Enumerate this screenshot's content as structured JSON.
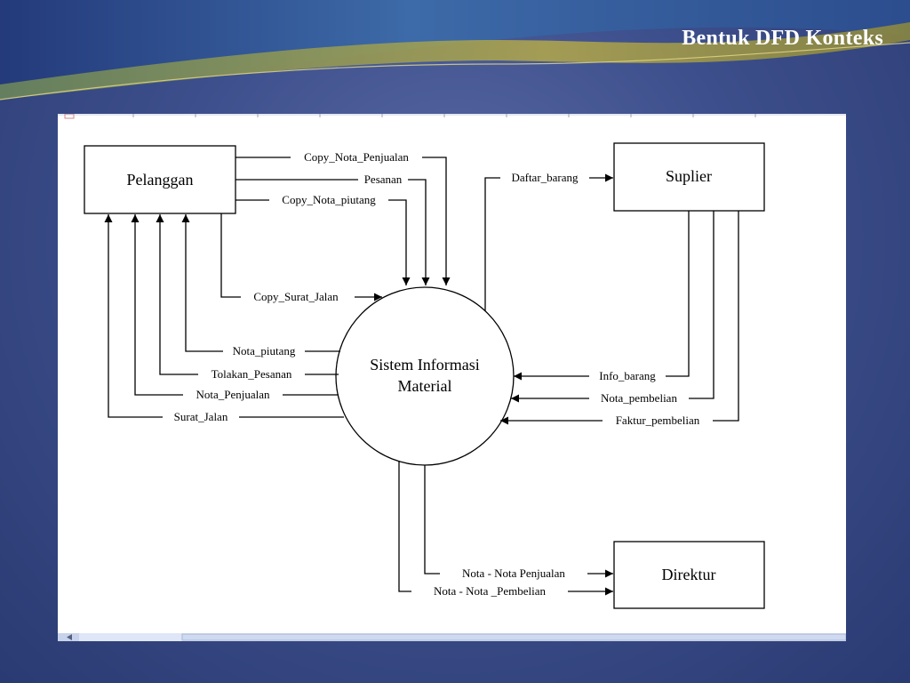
{
  "slide": {
    "title": "Bentuk DFD Konteks"
  },
  "diagram": {
    "entities": {
      "pelanggan": "Pelanggan",
      "suplier": "Suplier",
      "direktur": "Direktur"
    },
    "process": {
      "line1": "Sistem Informasi",
      "line2": "Material"
    },
    "flows": {
      "copy_nota_penjualan": "Copy_Nota_Penjualan",
      "pesanan": "Pesanan",
      "copy_nota_piutang": "Copy_Nota_piutang",
      "copy_surat_jalan": "Copy_Surat_Jalan",
      "nota_piutang": "Nota_piutang",
      "tolakan_pesanan": "Tolakan_Pesanan",
      "nota_penjualan": "Nota_Penjualan",
      "surat_jalan": "Surat_Jalan",
      "daftar_barang": "Daftar_barang",
      "info_barang": "Info_barang",
      "nota_pembelian": "Nota_pembelian",
      "faktur_pembelian": "Faktur_pembelian",
      "nota_nota_penjualan": "Nota - Nota  Penjualan",
      "nota_nota_pembelian": "Nota - Nota _Pembelian"
    }
  }
}
